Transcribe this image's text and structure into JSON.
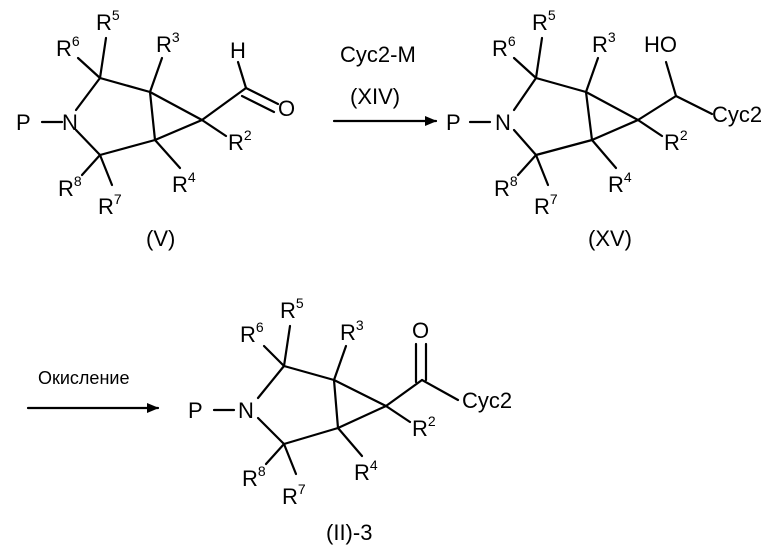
{
  "compounds": {
    "V": {
      "label": "(V)"
    },
    "XV": {
      "label": "(XV)"
    },
    "II3": {
      "label": "(II)-3"
    }
  },
  "atoms": {
    "P": "P",
    "N": "N",
    "O": "O",
    "H": "H",
    "HO": "HO",
    "Cyc2": "Cyc2",
    "R": "R",
    "sup2": "2",
    "sup3": "3",
    "sup4": "4",
    "sup5": "5",
    "sup6": "6",
    "sup7": "7",
    "sup8": "8"
  },
  "arrows": {
    "step1_reagent": "Cyc2-M",
    "step1_reagent_id": "(XIV)",
    "step2_label": "Окисление"
  }
}
